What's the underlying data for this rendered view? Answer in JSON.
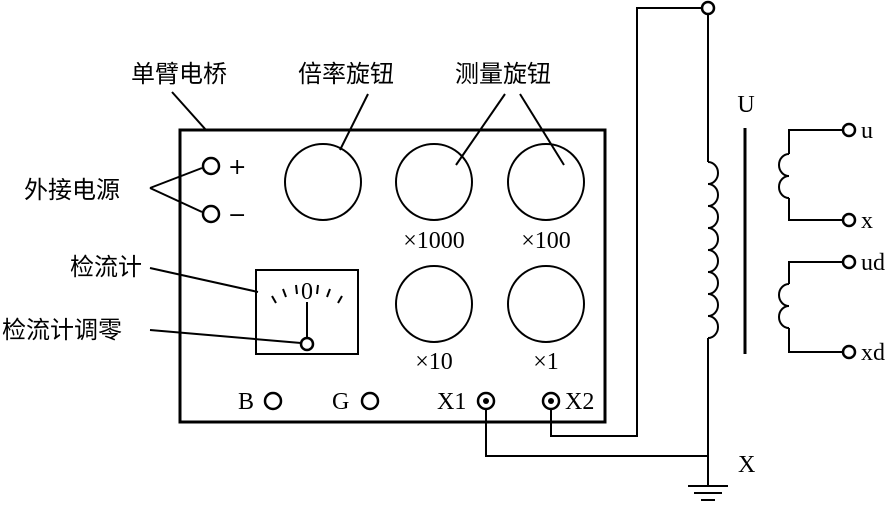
{
  "labels": {
    "bridge": "单臂电桥",
    "ratio_knob": "倍率旋钮",
    "measure_knob": "测量旋钮",
    "ext_power": "外接电源",
    "galvanometer": "检流计",
    "galv_zero": "检流计调零",
    "plus": "+",
    "minus": "−",
    "dial_zero": "0",
    "x1000": "×1000",
    "x100": "×100",
    "x10": "×10",
    "x1": "×1",
    "term_b": "B",
    "term_g": "G",
    "term_x1": "X1",
    "term_x2": "X2",
    "transformer": "U",
    "sec_u": "u",
    "sec_x": "x",
    "sec_ud": "ud",
    "sec_xd": "xd",
    "ground_node": "X"
  }
}
